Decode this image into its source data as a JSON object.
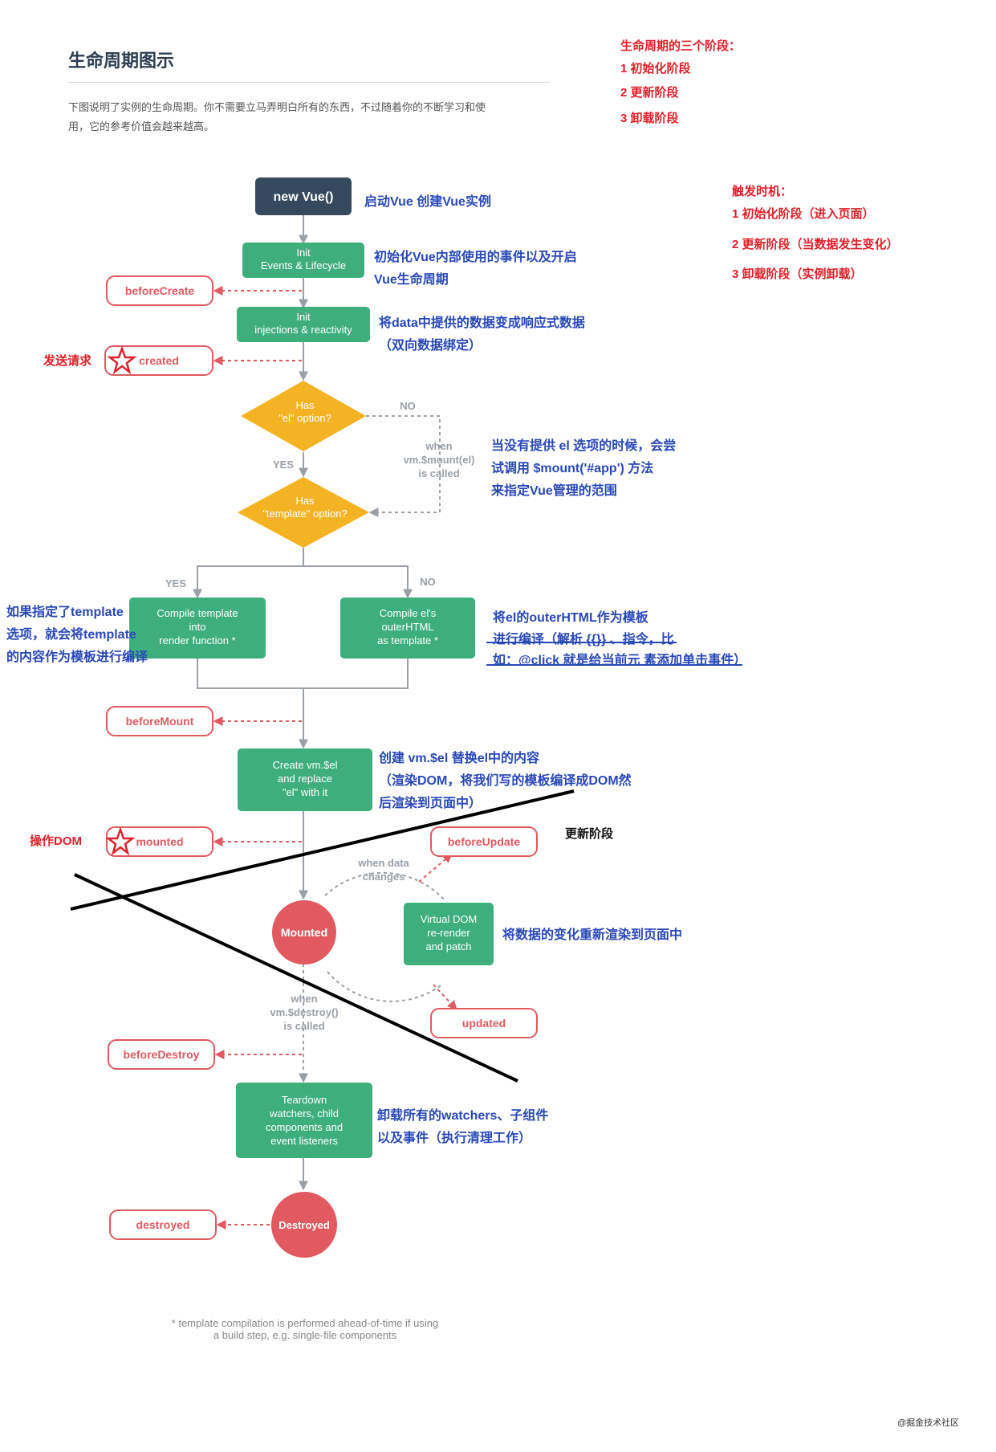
{
  "header": {
    "title": "生命周期图示",
    "intro_line1": "下图说明了实例的生命周期。你不需要立马弄明白所有的东西，不过随着你的不断学习和使",
    "intro_line2": "用，它的参考价值会越来越高。"
  },
  "stages_note": {
    "heading": "生命周期的三个阶段：",
    "items": [
      "1 初始化阶段",
      "2 更新阶段",
      "3 卸载阶段"
    ]
  },
  "trigger_note": {
    "heading": "触发时机：",
    "items": [
      "1 初始化阶段（进入页面）",
      "2 更新阶段（当数据发生变化）",
      "3 卸载阶段（实例卸载）"
    ]
  },
  "nodes": {
    "new_vue": "new Vue()",
    "init_events_1": "Init",
    "init_events_2": "Events & Lifecycle",
    "init_inj_1": "Init",
    "init_inj_2": "injections & reactivity",
    "has_el_1": "Has",
    "has_el_2": "\"el\" option?",
    "has_tpl_1": "Has",
    "has_tpl_2": "\"template\" option?",
    "compile_tpl_1": "Compile template",
    "compile_tpl_2": "into",
    "compile_tpl_3": "render function *",
    "compile_el_1": "Compile el's",
    "compile_el_2": "outerHTML",
    "compile_el_3": "as template *",
    "create_el_1": "Create vm.$el",
    "create_el_2": "and replace",
    "create_el_3": "\"el\" with it",
    "mounted_circle": "Mounted",
    "vdom_1": "Virtual DOM",
    "vdom_2": "re-render",
    "vdom_3": "and patch",
    "teardown_1": "Teardown",
    "teardown_2": "watchers, child",
    "teardown_3": "components and",
    "teardown_4": "event listeners",
    "destroyed_circle": "Destroyed"
  },
  "hooks": {
    "before_create": "beforeCreate",
    "created": "created",
    "before_mount": "beforeMount",
    "mounted": "mounted",
    "before_update": "beforeUpdate",
    "updated": "updated",
    "before_destroy": "beforeDestroy",
    "destroyed": "destroyed"
  },
  "labels": {
    "no1": "NO",
    "yes1": "YES",
    "yes2": "YES",
    "no2": "NO",
    "when_mount_1": "when",
    "when_mount_2": "vm.$mount(el)",
    "when_mount_3": "is called",
    "when_data_1": "when data",
    "when_data_2": "changes",
    "when_destroy_1": "when",
    "when_destroy_2": "vm.$destroy()",
    "when_destroy_3": "is called"
  },
  "annotations": {
    "new_vue": "启动Vue 创建Vue实例",
    "init_events_1": "初始化Vue内部使用的事件以及开启",
    "init_events_2": "Vue生命周期",
    "init_inj_1": "将data中提供的数据变成响应式数据",
    "init_inj_2": "（双向数据绑定）",
    "send_request": "发送请求",
    "mount_1": "当没有提供 el 选项的时候，会尝",
    "mount_2": "试调用 $mount('#app') 方法",
    "mount_3": "来指定Vue管理的范围",
    "tpl_1": "如果指定了template",
    "tpl_2": "选项，就会将template",
    "tpl_3": "的内容作为模板进行编译",
    "el_1": "将el的outerHTML作为模板",
    "el_2": "进行编译（解析 {{}} 、指令，比",
    "el_3": "如：@click 就是给当前元 素添加单击事件）",
    "create_1": "创建 vm.$el 替换el中的内容",
    "create_2": "（渲染DOM，将我们写的模板编译成DOM然",
    "create_3": "后渲染到页面中）",
    "operate_dom": "操作DOM",
    "update_stage": "更新阶段",
    "vdom": "将数据的变化重新渲染到页面中",
    "teardown_1": "卸载所有的watchers、子组件",
    "teardown_2": "以及事件（执行清理工作）"
  },
  "footnote": {
    "line1": "* template compilation is performed ahead-of-time if using",
    "line2": "a build step, e.g. single-file components"
  },
  "watermark": "@掘金技术社区",
  "colors": {
    "dark": "#35495e",
    "green": "#3eaf7c",
    "orange": "#f4b323",
    "red": "#e05a60",
    "annot_blue": "#2848b8",
    "annot_red": "#e0202a"
  }
}
